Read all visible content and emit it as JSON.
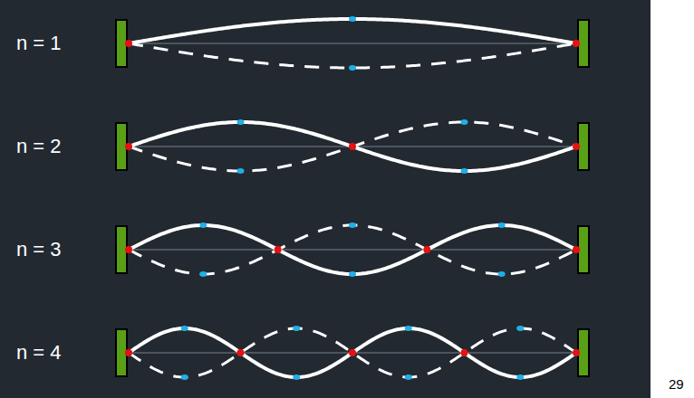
{
  "diagram": {
    "labels": [
      "n = 1",
      "n = 2",
      "n = 3",
      "n = 4",
      "29"
    ]
  }
}
